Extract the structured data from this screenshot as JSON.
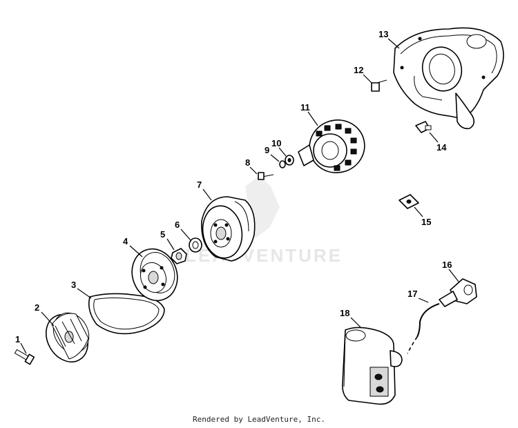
{
  "watermark": {
    "text": "LEADVENTURE"
  },
  "footer": {
    "text": "Rendered by LeadVenture, Inc."
  },
  "callouts": [
    "1",
    "2",
    "3",
    "4",
    "5",
    "6",
    "7",
    "8",
    "9",
    "10",
    "11",
    "12",
    "13",
    "14",
    "15",
    "16",
    "17",
    "18"
  ]
}
